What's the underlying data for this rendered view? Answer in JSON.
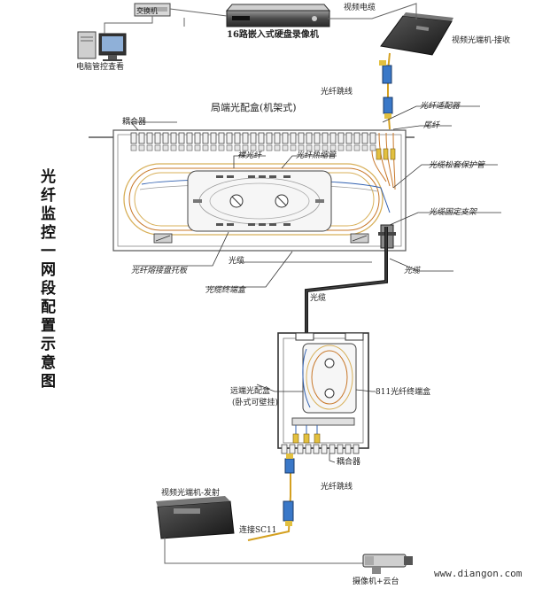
{
  "title_vertical": "光纤监控一网段配置示意图",
  "labels": {
    "switch": "交换机",
    "computer": "电脑管控查看",
    "dvr": "16路嵌入式硬盘录像机",
    "video_cable": "视频电缆",
    "receiver": "视频光端机-接收",
    "patch_cord_top": "光纤跳线",
    "pigtail_adapter": "光纤适配器",
    "pigtail": "尾纤",
    "central_box": "局端光配盒(机架式)",
    "coupler_top": "耦合器",
    "bare_fiber": "裸光纤",
    "heat_shrink": "光纤热缩管",
    "cable_tube": "光缆松套保护管",
    "cable_fix": "光缆固定支架",
    "cable_mid": "光缆",
    "splice_tray": "光纤熔接盘托板",
    "cable_terminal": "光缆终端盒",
    "cable_right": "光缆",
    "cable_lower": "光缆",
    "remote_box_line1": "远端光配盒",
    "remote_box_line2": "(卧式可壁挂)",
    "terminal_box_811": "811光纤终端盒",
    "coupler_bottom": "耦合器",
    "patch_cord_bottom": "光纤跳线",
    "transmitter": "视频光端机-发射",
    "connect_sc": "连接SC11",
    "camera": "摄像机+云台"
  },
  "watermark": "www.diangon.com",
  "colors": {
    "fiber_gold": "#d8b05a",
    "fiber_orange": "#c8782a",
    "fiber_blue": "#3060b0",
    "cable_black": "#1a1a1a",
    "device_dark": "#2a2a2a",
    "device_light": "#e0e0e0",
    "connector_blue": "#3a78c8",
    "connector_yellow": "#e2c040",
    "line_gray": "#555555"
  }
}
